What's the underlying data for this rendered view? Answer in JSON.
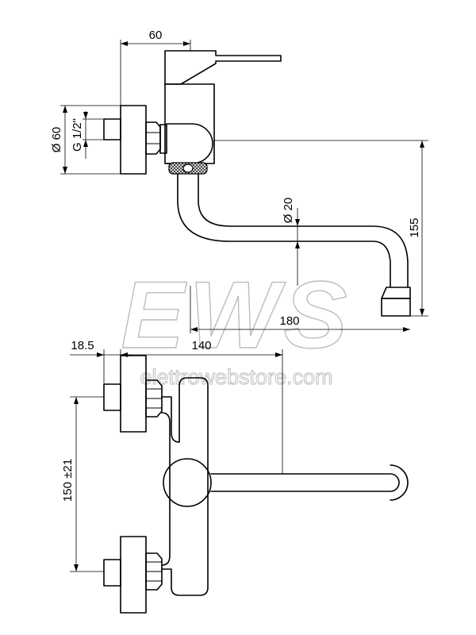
{
  "watermark": {
    "logo_text": "EWS",
    "site": "elettrowebstore.com"
  },
  "dimensions": {
    "top_width": "60",
    "body_diameter": "Ø 60",
    "thread": "G 1/2\"",
    "spout_diameter": "Ø 20",
    "spout_height": "155",
    "spout_reach": "180",
    "overall_reach": "140",
    "wall_offset": "18.5",
    "centres": "150 ±21"
  },
  "colors": {
    "lines": "#000000",
    "watermark": "#bdbdbd"
  }
}
